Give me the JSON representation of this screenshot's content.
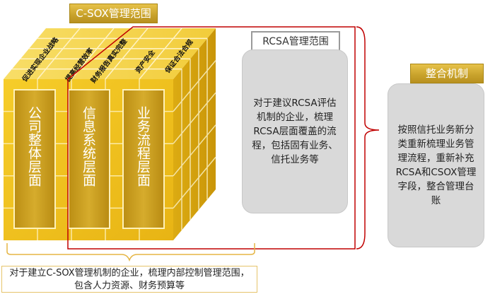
{
  "csox_title": "C-SOX管理范围",
  "rcsa_title": "RCSA管理范围",
  "integrate_title": "整合机制",
  "top_labels": [
    "促进实现企业战略",
    "提高经营效率",
    "财务报告真实完整",
    "资产安全",
    "保证合法合规"
  ],
  "front_columns": [
    "公司整体层面",
    "信息系统层面",
    "业务流程层面"
  ],
  "rcsa_desc": "对于建议RCSA评估机制的企业，梳理RCSA层面覆盖的流程，包括固有业务、信托业务等",
  "integrate_desc": "按照信托业务新分类重新梳理业务管理流程，重新补充RCSA和CSOX管理字段，整合管理台账",
  "bottom_note": "对于建立C-SOX管理机制的企业，梳理内部控制管理范围，包含人力资源、财务预算等",
  "colors": {
    "gold_front": "#f1c11c",
    "gold_top": "#f7da5a",
    "gold_side": "#d9a70c",
    "column_fill": "#c59a20",
    "red_line": "#c00000",
    "gray_box": "#d9d9d9"
  }
}
